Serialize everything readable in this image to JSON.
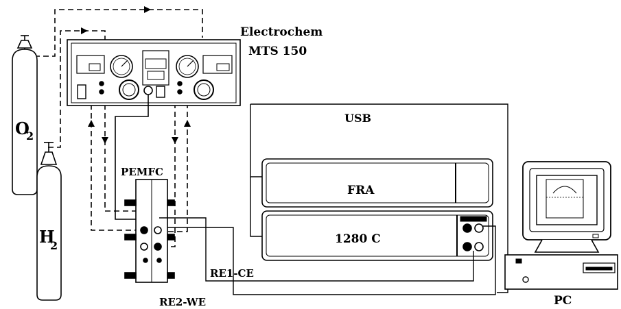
{
  "labels": {
    "controller_line1": "Electrochem",
    "controller_line2": "MTS 150",
    "usb": "USB",
    "fra": "FRA",
    "potentiostat": "1280 C",
    "pemfc": "PEMFC",
    "re1_ce": "RE1-CE",
    "re2_we": "RE2-WE",
    "pc": "PC",
    "o2_base": "O",
    "o2_sub": "2",
    "h2_base": "H",
    "h2_sub": "2"
  },
  "colors": {
    "line": "#000000",
    "background": "#ffffff"
  },
  "icons": [
    "gas-cylinder",
    "flow-arrow",
    "dial-gauge",
    "knob",
    "monitor",
    "computer-tower"
  ]
}
